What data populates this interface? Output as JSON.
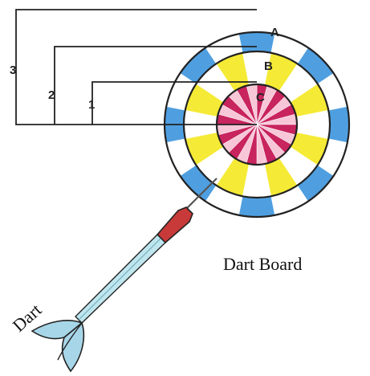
{
  "labels": {
    "ring_a": "A",
    "ring_b": "B",
    "ring_c": "C",
    "dim_3": "3",
    "dim_2": "2",
    "dim_1": "1",
    "board_caption": "Dart Board",
    "dart_caption": "Dart"
  },
  "colors": {
    "outer_band": "#4f9fe0",
    "middle_band": "#f5ea35",
    "inner_band": "#c8245e",
    "dart_body": "#c83a3a",
    "dart_shaft": "#bfe6ee",
    "dart_flight": "#a7d6e8",
    "outline": "#222222"
  },
  "icons": {
    "board": "dartboard-icon",
    "dart": "dart-icon"
  }
}
